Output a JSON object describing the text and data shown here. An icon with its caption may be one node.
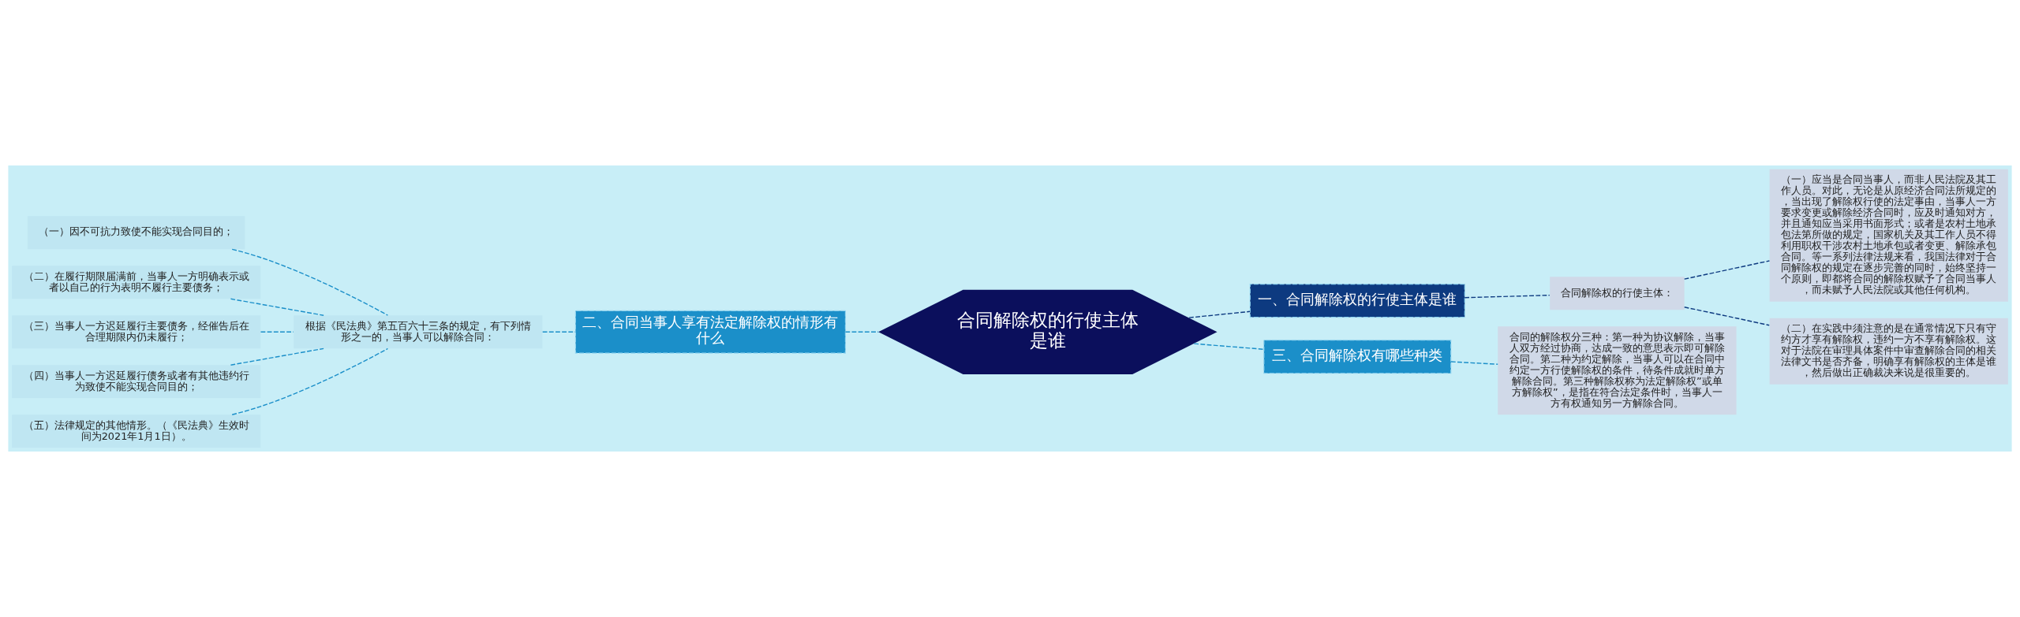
{
  "diagram": {
    "nodes": [
      {
        "text": [
          "合同解除权的行使主体是谁"
        ]
      },
      {
        "text": [
          "一、合同解除权的行使主体是谁"
        ]
      },
      {
        "text": [
          "合同解除权的行使主体："
        ]
      },
      {
        "text": [
          "（一）应当是合同当事人，而非人民法院及其工作人员。对此，无论是从原经济合同法所规定的，当出现了解除权行使的法定事由，当事人一方要求变更或解除经济合同时，应及时通知对方，并且通知应当采用书面形式；或者是农村土地承包法第所做的规定，国家机关及其工作人员不得利用职权干涉农村土地承包或者变更、解除承包合同。等一系列法律法规来看，我国法律对于合同解除权的规定在逐步完善的同时，始终坚持一个原则，即都将合同的解除权赋予了合同当事人，而未赋予人民法院或其他任何机构。"
        ]
      },
      {
        "text": [
          "（二）在实践中须注意的是在通常情况下只有守约方才享有解除权，违约一方不享有解除权。这对于法院在审理具体案件中审查解除合同的相关法律文书是否齐备，明确享有解除权的主体是谁，然后做出正确裁决来说是很重要的。"
        ]
      },
      {
        "text": [
          "二、合同当事人享有法定解除权的情形有什么"
        ]
      },
      {
        "text": [
          "根据《民法典》第五百六十三条的规定，有下列情形之一的，当事人可以解除合同："
        ]
      },
      {
        "text": [
          "（一）因不可抗力致使不能实现合同目的；"
        ]
      },
      {
        "text": [
          "（二）在履行期限届满前，当事人一方明确表示或者以自己的行为表明不履行主要债务；"
        ]
      },
      {
        "text": [
          "（三）当事人一方迟延履行主要债务，经催告后在合理期限内仍未履行；"
        ]
      },
      {
        "text": [
          "（四）当事人一方迟延履行债务或者有其他违约行为致使不能实现合同目的；"
        ]
      },
      {
        "text": [
          "（五）法律规定的其他情形。（《民法典》生效时间为2021年1月1日）。"
        ]
      },
      {
        "text": [
          "三、合同解除权有哪些种类"
        ]
      },
      {
        "text": [
          "合同的解除权分三种：第一种为协议解除，当事人双方经过协商，达成一致的意思表示即可解除合同。第二种为约定解除，当事人可以在合同中约定一方行使解除权的条件，待条件成就时单方解除合同。第三种解除权称为法定解除权”或单方解除权”，是指在符合法定条件时，当事人一方有权通知另一方解除合同。"
        ]
      }
    ],
    "edges": [
      {
        "from": 0,
        "to": 1,
        "arrow": "none",
        "style": "dashed",
        "color": "#0d3a80"
      },
      {
        "from": 1,
        "to": 2,
        "arrow": "none",
        "style": "dashed",
        "color": "#0d3a80"
      },
      {
        "from": 2,
        "to": 3,
        "arrow": "none",
        "style": "dashed",
        "color": "#0d3a80"
      },
      {
        "from": 2,
        "to": 4,
        "arrow": "none",
        "style": "dashed",
        "color": "#0d3a80"
      },
      {
        "from": 0,
        "to": 5,
        "arrow": "none",
        "style": "dashed"
      },
      {
        "from": 5,
        "to": 6,
        "arrow": "none",
        "style": "dashed"
      },
      {
        "from": 6,
        "to": 7,
        "arrow": "none",
        "style": "dashed"
      },
      {
        "from": 6,
        "to": 8,
        "arrow": "none",
        "style": "dashed"
      },
      {
        "from": 6,
        "to": 9,
        "arrow": "none",
        "style": "dashed"
      },
      {
        "from": 6,
        "to": 10,
        "arrow": "none",
        "style": "dashed"
      },
      {
        "from": 6,
        "to": 11,
        "arrow": "none",
        "style": "dashed"
      },
      {
        "from": 0,
        "to": 12,
        "arrow": "none",
        "style": "dashed"
      },
      {
        "from": 12,
        "to": 13,
        "arrow": "none",
        "style": "dashed"
      }
    ]
  }
}
